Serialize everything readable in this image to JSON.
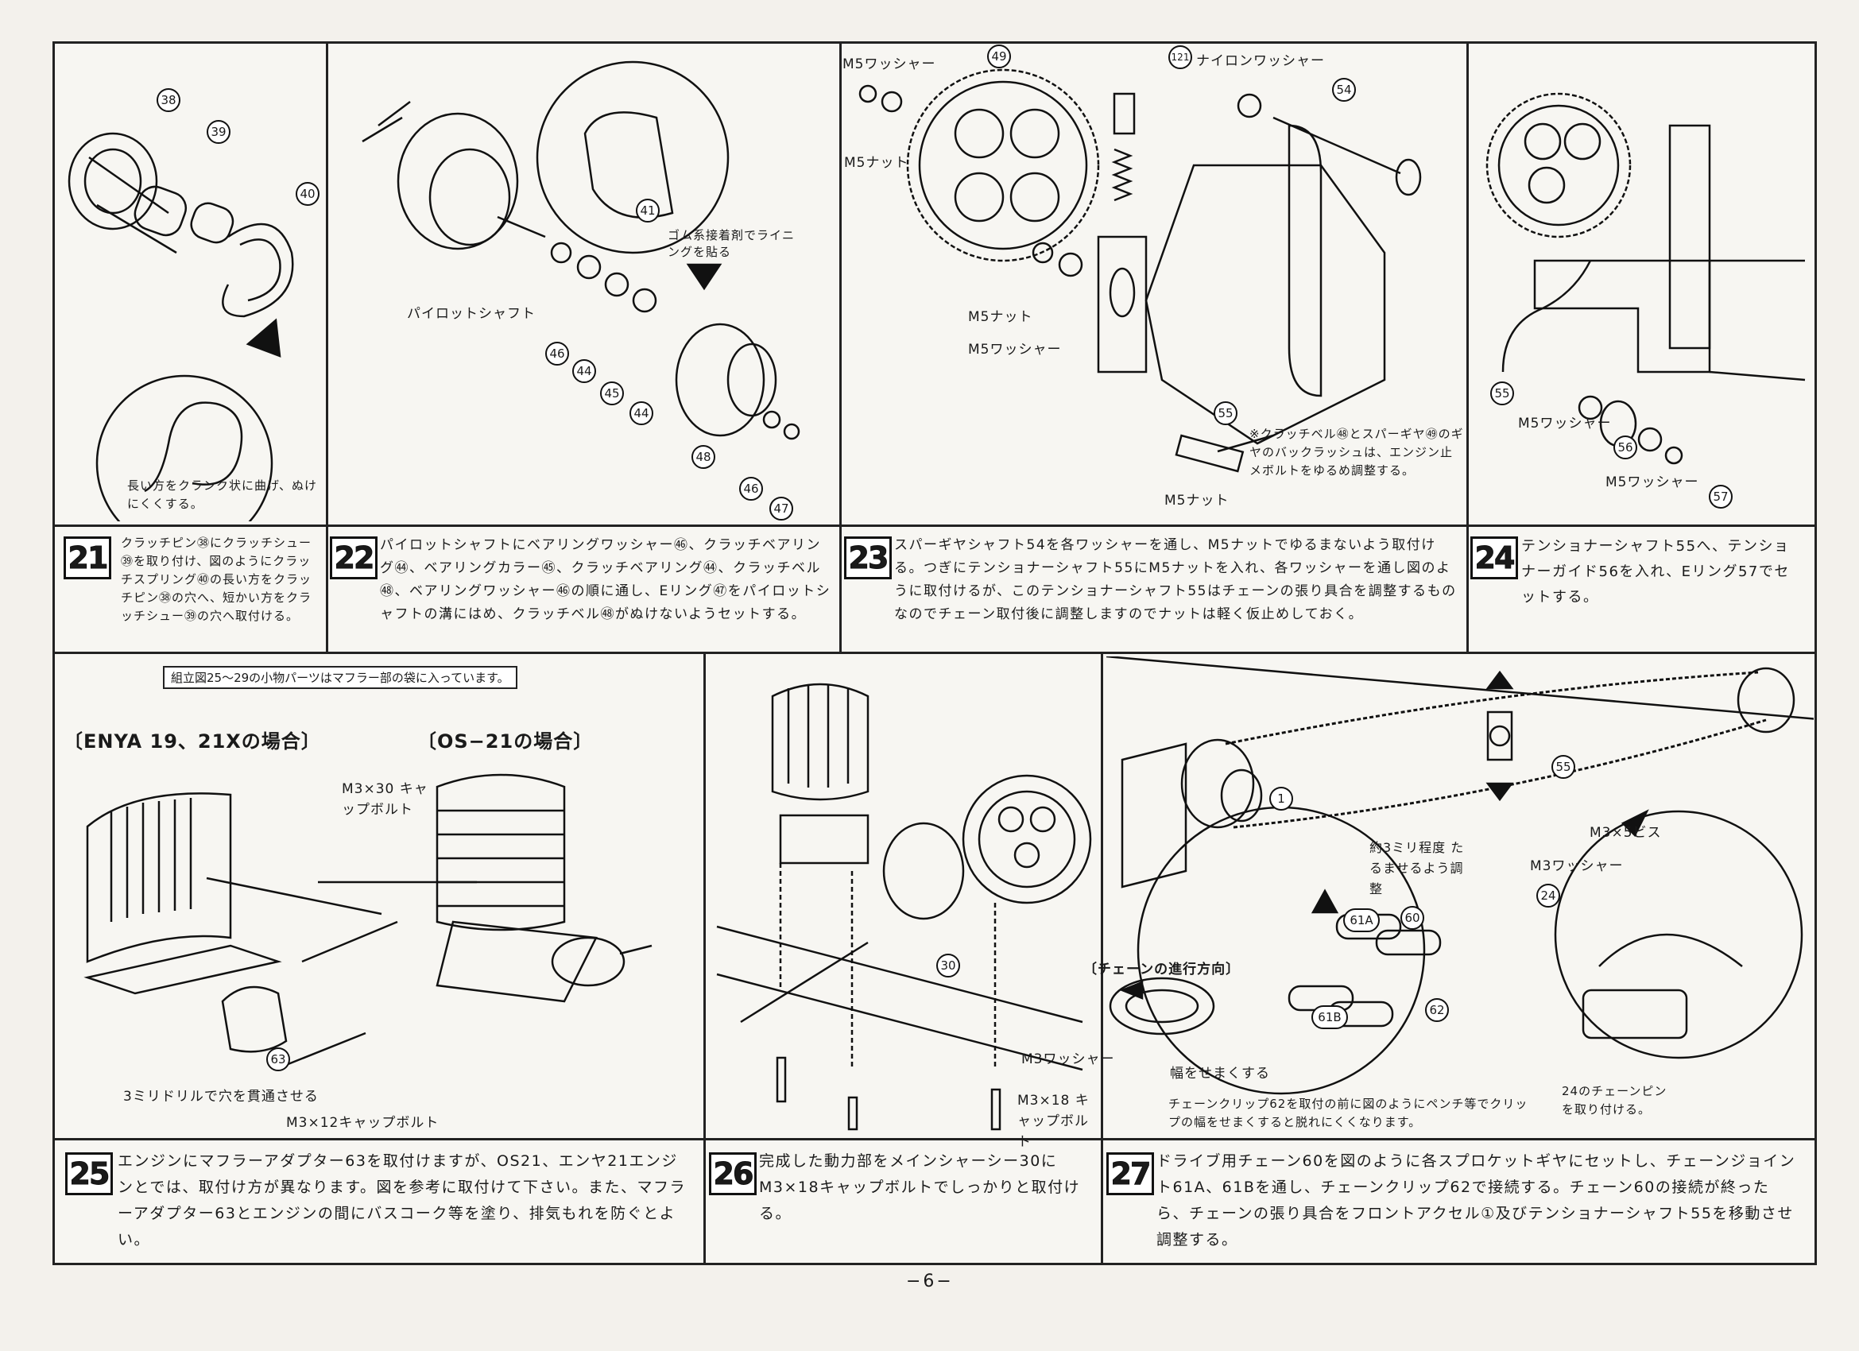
{
  "notice": "組立図25〜29の小物パーツはマフラー部の袋に入っています。",
  "page_number": "−6−",
  "steps": [
    {
      "num": "21",
      "text": "クラッチピン㊳にクラッチシュー㊴を取り付け、図のようにクラッチスプリング㊵の長い方をクラッチピン㊳の穴へ、短かい方をクラッチシュー㊴の穴へ取付ける。"
    },
    {
      "num": "22",
      "text": "パイロットシャフトにベアリングワッシャー㊻、クラッチベアリング㊹、ベアリングカラー㊺、クラッチベアリング㊹、クラッチベル㊽、ベアリングワッシャー㊻の順に通し、Eリング㊼をパイロットシャフトの溝にはめ、クラッチベル㊽がぬけないようセットする。"
    },
    {
      "num": "23",
      "text": "スパーギヤシャフト54を各ワッシャーを通し、M5ナットでゆるまないよう取付ける。つぎにテンショナーシャフト55にM5ナットを入れ、各ワッシャーを通し図のように取付けるが、このテンショナーシャフト55はチェーンの張り具合を調整するものなのでチェーン取付後に調整しますのでナットは軽く仮止めしておく。"
    },
    {
      "num": "24",
      "text": "テンショナーシャフト55へ、テンショナーガイド56を入れ、Eリング57でセットする。"
    },
    {
      "num": "25",
      "text": "エンジンにマフラーアダプター63を取付けますが、OS21、エンヤ21エンジンとでは、取付け方が異なります。図を参考に取付けて下さい。また、マフラーアダプター63とエンジンの間にバスコーク等を塗り、排気もれを防ぐとよい。"
    },
    {
      "num": "26",
      "text": "完成した動力部をメインシャーシー30にM3×18キャップボルトでしっかりと取付ける。"
    },
    {
      "num": "27",
      "text": "ドライブ用チェーン60を図のように各スプロケットギヤにセットし、チェーンジョイント61A、61Bを通し、チェーンクリップ62で接続する。チェーン60の接続が終ったら、チェーンの張り具合をフロントアクセル①及びテンショナーシャフト55を移動させ調整する。"
    }
  ],
  "labels": {
    "p21_note": "長い方をクランク状に曲げ、ぬけにくくする。",
    "p22_pilot": "パイロットシャフト",
    "p22_glue": "ゴム系接着剤でライニングを貼る",
    "p23_m5_washer_top": "M5ワッシャー",
    "p23_m5_nut_top": "M5ナット",
    "p23_nylon": "ナイロンワッシャー",
    "p23_m5_nut_mid": "M5ナット",
    "p23_m5_washer_mid": "M5ワッシャー",
    "p23_m5_nut_bottom": "M5ナット",
    "p23_note": "※クラッチベル㊽とスパーギヤ㊾のギヤのバックラッシュは、エンジン止メボルトをゆるめ調整する。",
    "p24_m5_washer_left": "M5ワッシャー",
    "p24_m5_washer_right": "M5ワッシャー",
    "p25_enya": "〔ENYA 19、21Xの場合〕",
    "p25_os": "〔OS−21の場合〕",
    "p25_m3x30": "M3×30 キャップボルト",
    "p25_drill": "3ミリドリルで穴を貫通させる",
    "p25_m3x12": "M3×12キャップボルト",
    "p26_washer": "M3ワッシャー",
    "p26_m3x18": "M3×18 キャップボルト",
    "p27_slack": "約3ミリ程度 たるませるよう調整",
    "p27_direction": "〔チェーンの進行方向〕",
    "p27_narrow": "幅をせまくする",
    "p27_clip_note": "チェーンクリップ62を取付の前に図のようにペンチ等でクリップの幅をせまくすると脱れにくくなります。",
    "p27_m3x5": "M3×5ビス",
    "p27_m3washer": "M3ワッシャー",
    "p27_pin": "24のチェーンピンを取り付ける。",
    "c61A": "61A",
    "c61B": "61B"
  },
  "callouts": {
    "c38": "38",
    "c39": "39",
    "c40": "40",
    "c41": "41",
    "c44": "44",
    "c45": "45",
    "c46": "46",
    "c47": "47",
    "c48": "48",
    "c49": "49",
    "c54": "54",
    "c55": "55",
    "c56": "56",
    "c57": "57",
    "c121": "121",
    "c60": "60",
    "c62": "62",
    "c63": "63",
    "c30": "30",
    "c1": "1",
    "c24": "24"
  }
}
